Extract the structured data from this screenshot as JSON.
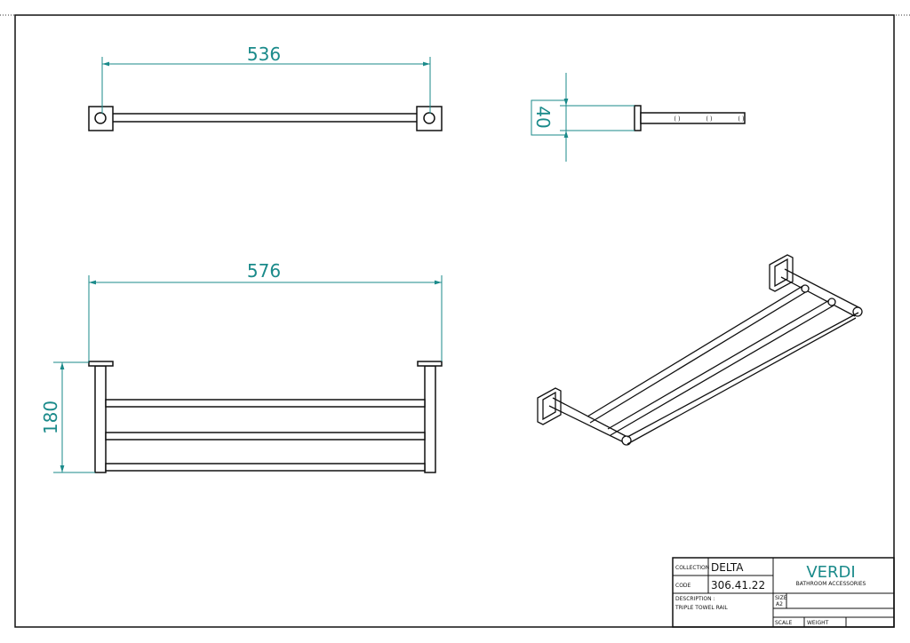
{
  "colors": {
    "dimension": "#1a8a8a",
    "line": "#111111"
  },
  "dimensions": {
    "top_length": "536",
    "side_depth": "40",
    "front_length": "576",
    "front_height": "180"
  },
  "title_block": {
    "collection_label": "COLLECTION",
    "collection_value": "DELTA",
    "code_label": "CODE",
    "code_value": "306.41.22",
    "description_label": "DESCRIPTION :",
    "description_value": "TRIPLE TOWEL RAIL",
    "brand": "VERDI",
    "brand_sub": "BATHROOM ACCESSORIES",
    "size_label": "SIZE",
    "size_value": "A2",
    "scale_label": "SCALE",
    "weight_label": "WEIGHT"
  }
}
